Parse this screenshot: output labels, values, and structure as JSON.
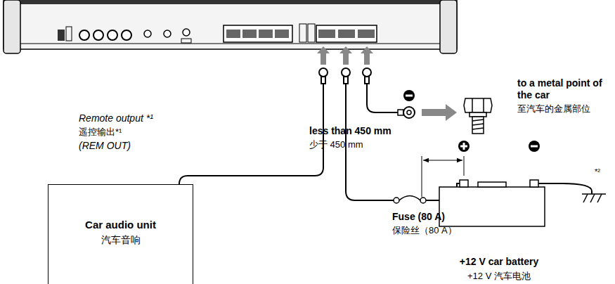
{
  "diagram": {
    "nodes": [
      {
        "text": [
          "Car audio unit",
          "汽车音响"
        ]
      },
      {
        "text": [
          "+12 V car battery",
          "+12 V 汽车电池"
        ]
      }
    ],
    "labels": [
      "Remote output *¹",
      "遥控输出*¹",
      "(REM OUT)",
      "to a metal point of the car",
      "至汽车的金属部位",
      "less than 450 mm",
      "少于 450 mm",
      "Fuse (80 A)",
      "保险丝（80 A）",
      "*²"
    ]
  }
}
